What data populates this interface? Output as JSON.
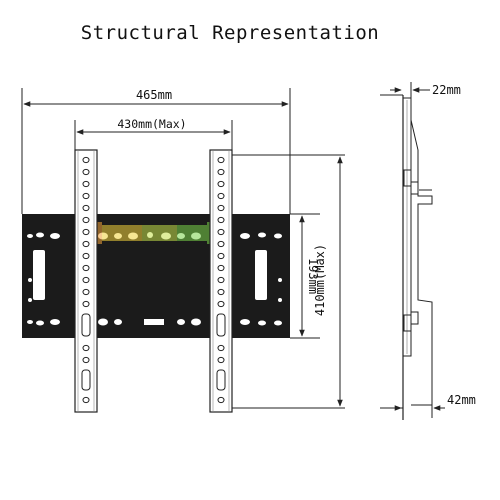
{
  "title": "Structural Representation",
  "dimensions": {
    "overall_width": "465mm",
    "max_bracket_spacing": "430mm(Max)",
    "plate_height": "193mm",
    "max_bracket_height": "410mm(Max)",
    "wall_depth": "22mm",
    "max_depth": "42mm"
  },
  "colors": {
    "line": "#222222",
    "plate": "#1b1b1b",
    "highlight_orange": "#f2a23a",
    "highlight_green": "#7bd34a"
  }
}
